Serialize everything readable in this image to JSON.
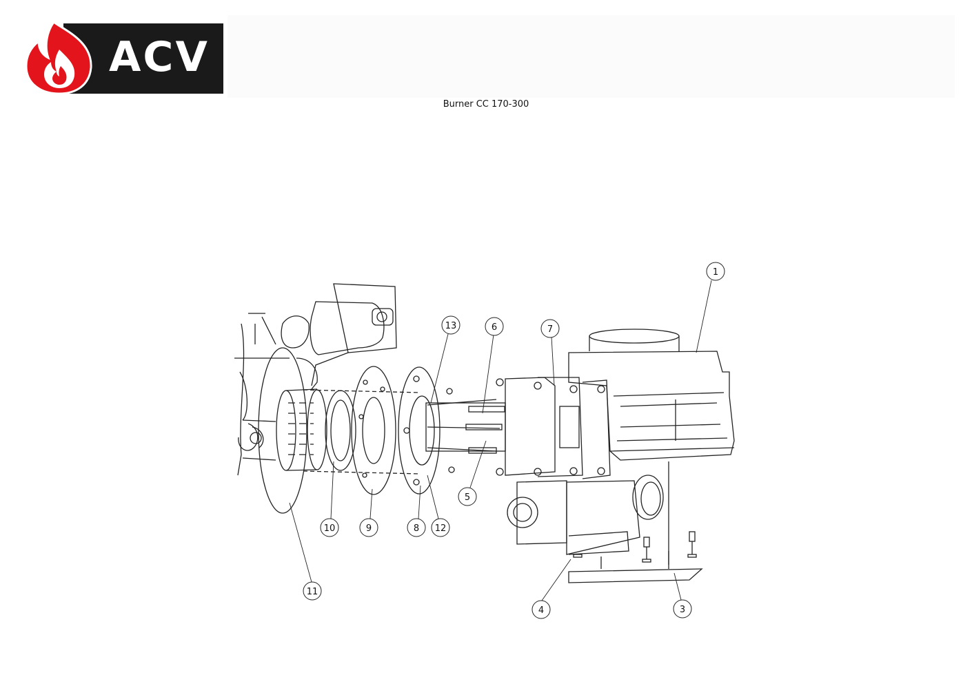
{
  "brand": {
    "name": "ACV",
    "colors": {
      "flame": "#e3141b",
      "bar": "#1a1a1a",
      "text": "#ffffff"
    }
  },
  "document": {
    "title": "Burner CC 170-300"
  },
  "diagram": {
    "icon": "exploded-view-burner",
    "callouts": [
      "1",
      "3",
      "4",
      "5",
      "6",
      "7",
      "8",
      "9",
      "10",
      "11",
      "12",
      "13"
    ]
  }
}
